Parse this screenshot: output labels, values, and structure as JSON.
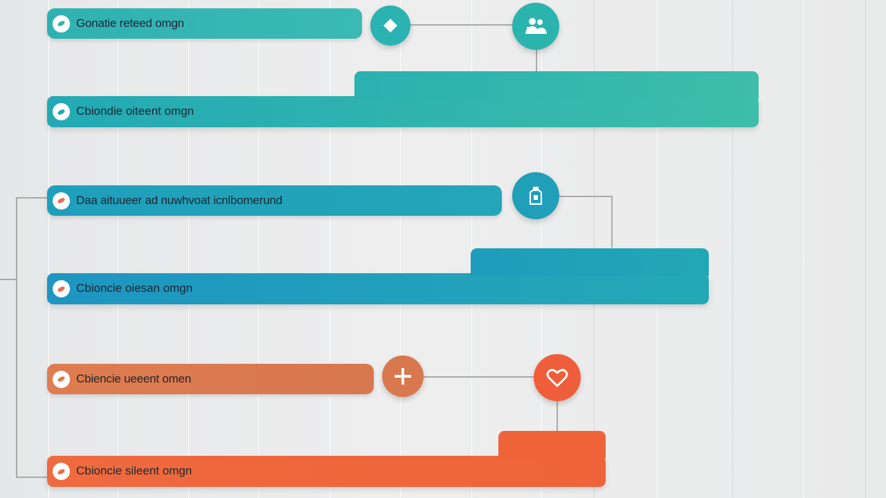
{
  "colors": {
    "teal_light": "#3bbab4",
    "teal": "#24a7b6",
    "blue_teal": "#1f9dbb",
    "orange_soft": "#d9784f",
    "orange": "#ef6a3f",
    "connector": "#a9a9a9"
  },
  "groups": [
    {
      "bar_label": "Gonatie reteed omgn",
      "result_label": "Cbiondie oiteent omgn",
      "nodes": [
        {
          "icon": "diamond-icon"
        },
        {
          "icon": "people-icon"
        }
      ]
    },
    {
      "bar_label": "Daa aituueer ad nuwhvoat icnlbomerund",
      "result_label": "Cbioncie oiesan omgn",
      "nodes": [
        {
          "icon": "medicine-bottle-icon"
        }
      ]
    },
    {
      "bar_label": "Cbiencie ueeent omen",
      "result_label": "Cbioncie sileent omgn",
      "nodes": [
        {
          "icon": "plus-icon"
        },
        {
          "icon": "heart-icon"
        }
      ]
    }
  ]
}
